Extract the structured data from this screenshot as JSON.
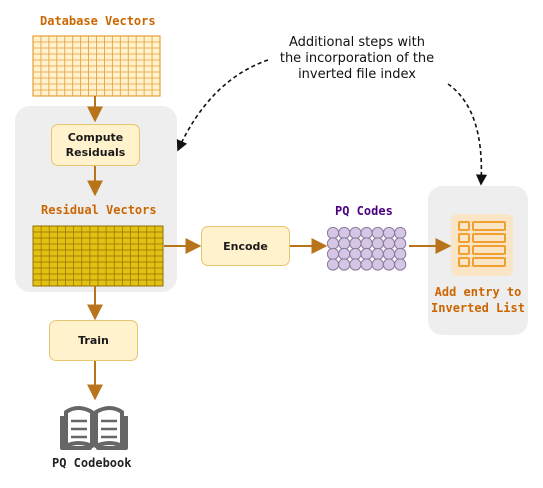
{
  "labels": {
    "database_vectors": "Database Vectors",
    "residual_vectors": "Residual Vectors",
    "pq_codes": "PQ Codes",
    "pq_codebook": "PQ Codebook",
    "add_entry_line1": "Add entry to",
    "add_entry_line2": "Inverted List"
  },
  "boxes": {
    "compute_line1": "Compute",
    "compute_line2": "Residuals",
    "encode": "Encode",
    "train": "Train"
  },
  "annotation": {
    "line1": "Additional steps with",
    "line2": "the incorporation of the",
    "line3": "inverted file index"
  },
  "colors": {
    "arrow": "#b8741a",
    "label_orange": "#cc6600",
    "label_purple": "#4b0082",
    "box_fill": "#fff2cc",
    "box_border": "#e6c66e",
    "panel": "#eeeeee",
    "db_grid_fill": "#fff2cc",
    "db_grid_line": "#e89e3a",
    "residual_fill": "#e3c014",
    "residual_line": "#8f7200",
    "pq_dot_fill": "#d5c6e6",
    "pq_dot_stroke": "#8a7a9c",
    "list_icon": "#f0a030"
  },
  "icons": {
    "book": "open-book-icon",
    "list": "inverted-list-icon"
  }
}
